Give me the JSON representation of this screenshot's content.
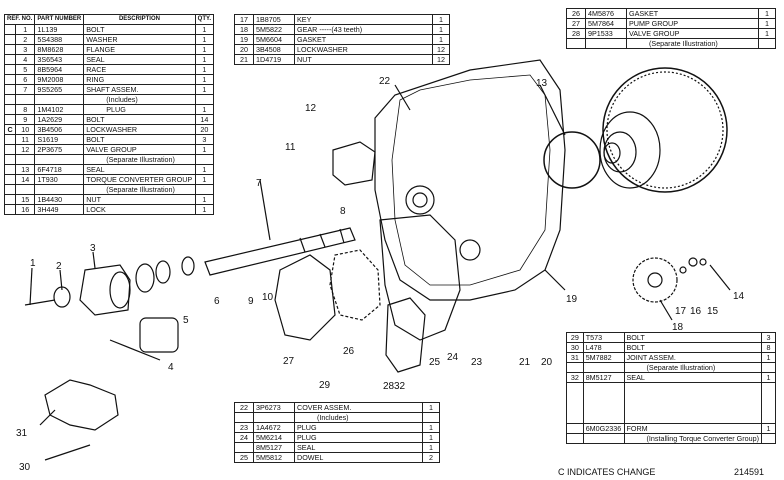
{
  "table_main": {
    "headers": [
      "REF. NO.",
      "PART NUMBER",
      "DESCRIPTION",
      "QTY."
    ],
    "rows": [
      {
        "c": "",
        "ref": "1",
        "part": "1L139",
        "desc": "BOLT",
        "qty": "1"
      },
      {
        "c": "",
        "ref": "2",
        "part": "5S4388",
        "desc": "WASHER",
        "qty": "1"
      },
      {
        "c": "",
        "ref": "3",
        "part": "8M8628",
        "desc": "FLANGE",
        "qty": "1"
      },
      {
        "c": "",
        "ref": "4",
        "part": "3S6543",
        "desc": "SEAL",
        "qty": "1"
      },
      {
        "c": "",
        "ref": "5",
        "part": "8B5964",
        "desc": "RACE",
        "qty": "1"
      },
      {
        "c": "",
        "ref": "6",
        "part": "9M2008",
        "desc": "RING",
        "qty": "1"
      },
      {
        "c": "",
        "ref": "7",
        "part": "9S5265",
        "desc": "SHAFT ASSEM.",
        "qty": "1"
      },
      {
        "c": "",
        "ref": "",
        "part": "",
        "desc": "(Includes)",
        "qty": "",
        "sub": true
      },
      {
        "c": "",
        "ref": "8",
        "part": "1M4102",
        "desc": "PLUG",
        "qty": "1",
        "sub": true
      },
      {
        "c": "",
        "ref": "9",
        "part": "1A2629",
        "desc": "BOLT",
        "qty": "14"
      },
      {
        "c": "C",
        "ref": "10",
        "part": "3B4506",
        "desc": "LOCKWASHER",
        "qty": "20"
      },
      {
        "c": "",
        "ref": "11",
        "part": "S1619",
        "desc": "BOLT",
        "qty": "3"
      },
      {
        "c": "",
        "ref": "12",
        "part": "2P3675",
        "desc": "VALVE GROUP",
        "qty": "1"
      },
      {
        "c": "",
        "ref": "",
        "part": "",
        "desc": "(Separate Illustration)",
        "qty": "",
        "sub": true
      },
      {
        "c": "",
        "ref": "13",
        "part": "6F4718",
        "desc": "SEAL",
        "qty": "1"
      },
      {
        "c": "",
        "ref": "14",
        "part": "1T930",
        "desc": "TORQUE CONVERTER GROUP",
        "qty": "1"
      },
      {
        "c": "",
        "ref": "",
        "part": "",
        "desc": "(Separate Illustration)",
        "qty": "",
        "sub": true
      },
      {
        "c": "",
        "ref": "15",
        "part": "1B4430",
        "desc": "NUT",
        "qty": "1"
      },
      {
        "c": "",
        "ref": "16",
        "part": "3H449",
        "desc": "LOCK",
        "qty": "1"
      }
    ]
  },
  "table_mid": {
    "rows": [
      {
        "ref": "17",
        "part": "1B8705",
        "desc": "KEY",
        "qty": "1"
      },
      {
        "ref": "18",
        "part": "5M5822",
        "desc": "GEAR -----(43 teeth)",
        "qty": "1"
      },
      {
        "ref": "19",
        "part": "5M6604",
        "desc": "GASKET",
        "qty": "1"
      },
      {
        "ref": "20",
        "part": "3B4508",
        "desc": "LOCKWASHER",
        "qty": "12"
      },
      {
        "ref": "21",
        "part": "1D4719",
        "desc": "NUT",
        "qty": "12"
      }
    ]
  },
  "table_right": {
    "rows": [
      {
        "ref": "26",
        "part": "4M5876",
        "desc": "GASKET",
        "qty": "1"
      },
      {
        "ref": "27",
        "part": "5M7864",
        "desc": "PUMP GROUP",
        "qty": "1"
      },
      {
        "ref": "28",
        "part": "9P1533",
        "desc": "VALVE GROUP",
        "qty": "1"
      },
      {
        "ref": "",
        "part": "",
        "desc": "(Separate Illustration)",
        "qty": "",
        "sub": true
      }
    ]
  },
  "table_cover": {
    "rows": [
      {
        "ref": "22",
        "part": "3P6273",
        "desc": "COVER ASSEM.",
        "qty": "1"
      },
      {
        "ref": "",
        "part": "",
        "desc": "(Includes)",
        "qty": "",
        "sub": true
      },
      {
        "ref": "23",
        "part": "1A4672",
        "desc": "PLUG",
        "qty": "1"
      },
      {
        "ref": "24",
        "part": "5M6214",
        "desc": "PLUG",
        "qty": "1"
      },
      {
        "ref": "",
        "part": "8M5127",
        "desc": "SEAL",
        "qty": "1"
      },
      {
        "ref": "25",
        "part": "5M5812",
        "desc": "DOWEL",
        "qty": "2"
      }
    ]
  },
  "table_bottom_right": {
    "rows": [
      {
        "ref": "29",
        "part": "T573",
        "desc": "BOLT",
        "qty": "3"
      },
      {
        "ref": "30",
        "part": "L478",
        "desc": "BOLT",
        "qty": "8"
      },
      {
        "ref": "31",
        "part": "5M7882",
        "desc": "JOINT ASSEM.",
        "qty": "1"
      },
      {
        "ref": "",
        "part": "",
        "desc": "(Separate Illustration)",
        "qty": "",
        "sub": true
      },
      {
        "ref": "32",
        "part": "8M5127",
        "desc": "SEAL",
        "qty": "1"
      },
      {
        "ref": "",
        "part": "",
        "desc": "",
        "qty": "",
        "spacer": true
      },
      {
        "ref": "",
        "part": "6M0G2336",
        "desc": "FORM",
        "qty": "1"
      },
      {
        "ref": "",
        "part": "",
        "desc": "(Installing Torque Converter Group)",
        "qty": "",
        "sub": true
      }
    ]
  },
  "callouts": [
    "1",
    "2",
    "3",
    "4",
    "5",
    "6",
    "7",
    "8",
    "9",
    "10",
    "11",
    "12",
    "13",
    "14",
    "15",
    "16",
    "17",
    "18",
    "19",
    "20",
    "21",
    "22",
    "23",
    "24",
    "25",
    "26",
    "27",
    "28",
    "29",
    "30",
    "31",
    "32"
  ],
  "footer": {
    "note": "C INDICATES CHANGE",
    "figure_id": "214591"
  },
  "colors": {
    "ink": "#111111",
    "paper": "#ffffff"
  }
}
